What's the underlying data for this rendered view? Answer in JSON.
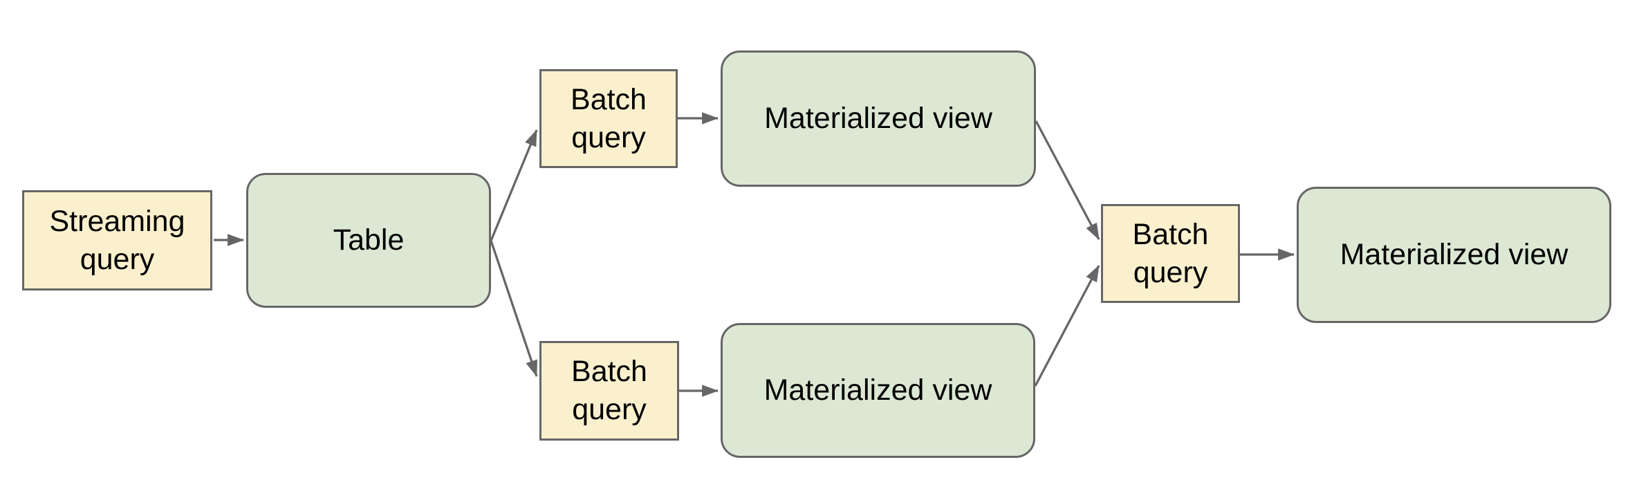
{
  "diagram": {
    "nodes": {
      "streaming_query": {
        "label": "Streaming query",
        "kind": "query"
      },
      "table": {
        "label": "Table",
        "kind": "entity"
      },
      "batch_query_top": {
        "label": "Batch query",
        "kind": "query"
      },
      "mv_top": {
        "label": "Materialized view",
        "kind": "entity"
      },
      "batch_query_bottom": {
        "label": "Batch query",
        "kind": "query"
      },
      "mv_bottom": {
        "label": "Materialized view",
        "kind": "entity"
      },
      "batch_query_right": {
        "label": "Batch query",
        "kind": "query"
      },
      "mv_right": {
        "label": "Materialized view",
        "kind": "entity"
      }
    },
    "edges": [
      {
        "from": "streaming_query",
        "to": "table"
      },
      {
        "from": "table",
        "to": "batch_query_top"
      },
      {
        "from": "table",
        "to": "batch_query_bottom"
      },
      {
        "from": "batch_query_top",
        "to": "mv_top"
      },
      {
        "from": "batch_query_bottom",
        "to": "mv_bottom"
      },
      {
        "from": "mv_top",
        "to": "batch_query_right"
      },
      {
        "from": "mv_bottom",
        "to": "batch_query_right"
      },
      {
        "from": "batch_query_right",
        "to": "mv_right"
      }
    ],
    "icons": {
      "arrowhead": "solid-triangle-arrow-icon"
    },
    "colors": {
      "query_fill": "#faf0cd",
      "entity_fill": "#dce8d4",
      "border": "#666666",
      "arrow": "#666666",
      "text": "#000000",
      "background": "#ffffff"
    }
  }
}
